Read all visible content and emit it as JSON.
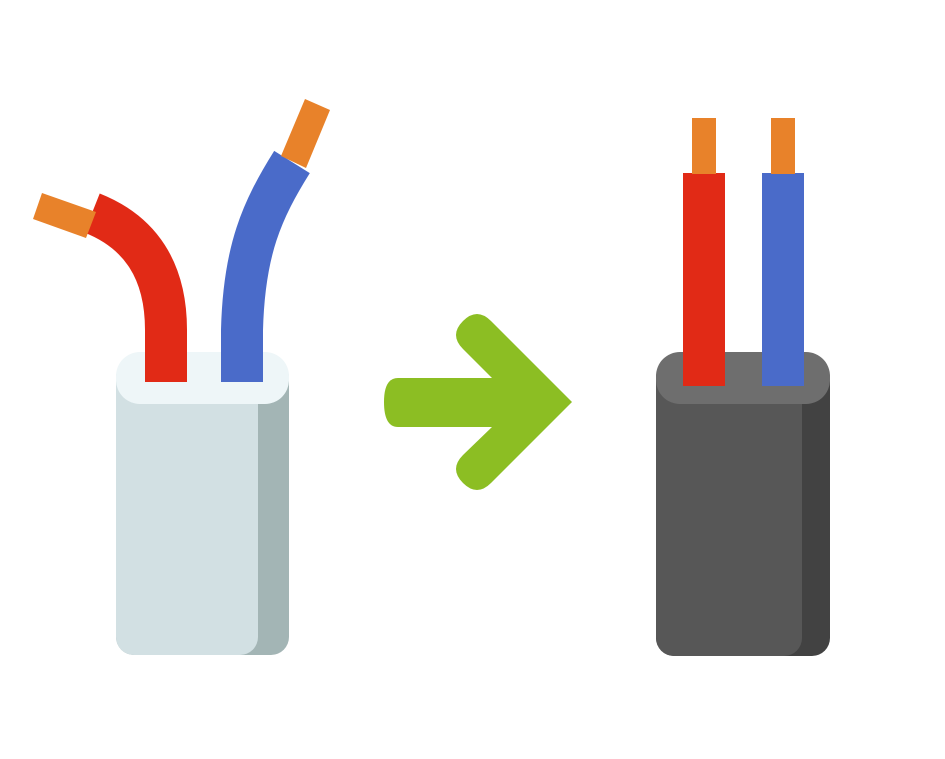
{
  "colors": {
    "background": "#ffffff",
    "copper": "#e8822a",
    "copper_shade": "#c96a18",
    "red_wire": "#e12a16",
    "blue_wire": "#4a6bc9",
    "light_jacket_front": "#d2e0e3",
    "light_jacket_side": "#a3b5b5",
    "light_jacket_top": "#eef6f8",
    "dark_jacket_front": "#575757",
    "dark_jacket_side": "#424242",
    "dark_jacket_top": "#6e6e6e",
    "arrow": "#8cbe23"
  },
  "items": [
    {
      "name": "loose-wires-cable",
      "state": "before"
    },
    {
      "name": "arrow",
      "icon": "right-arrow-icon"
    },
    {
      "name": "straight-wires-cable",
      "state": "after"
    }
  ]
}
